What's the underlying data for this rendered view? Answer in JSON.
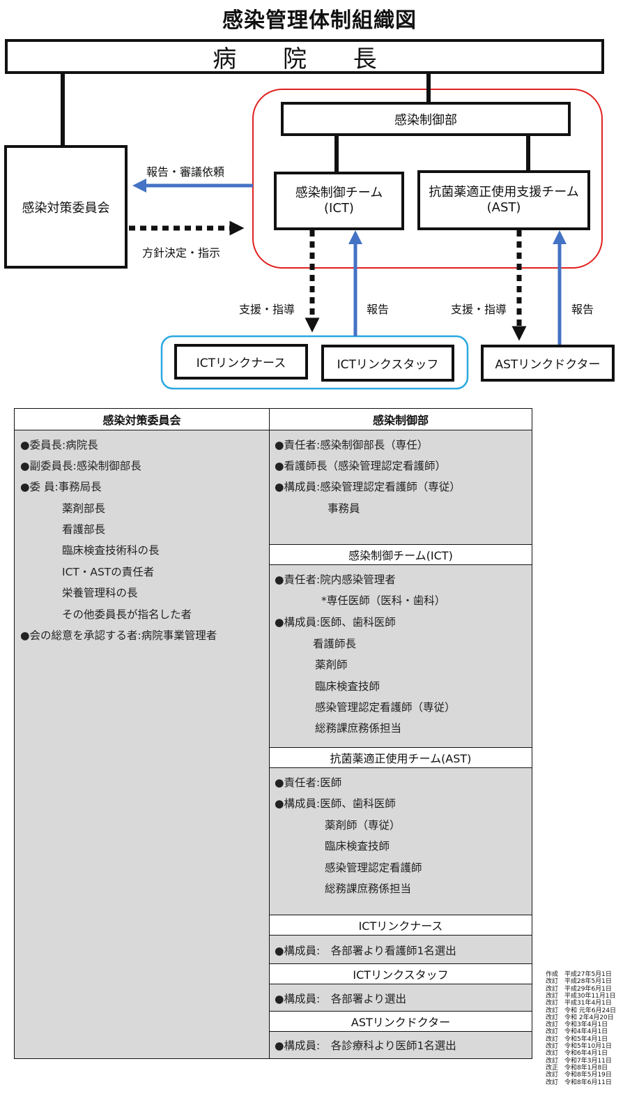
{
  "title": "感染管理体制組織図",
  "diagram": {
    "director": "病 院 長",
    "committee": "感染対策委員会",
    "control_dept": "感染制御部",
    "ict": {
      "line1": "感染制御チーム",
      "line2": "(ICT)"
    },
    "ast": {
      "line1": "抗菌薬適正使用支援チーム",
      "line2": "(AST)"
    },
    "ict_link_nurse": "ICTリンクナース",
    "ict_link_staff": "ICTリンクスタッフ",
    "ast_link_doctor": "ASTリンクドクター",
    "labels": {
      "report_request": "報告・審議依頼",
      "policy": "方針決定・指示",
      "support_ict": "支援・指導",
      "report_ict": "報告",
      "support_ast": "支援・指導",
      "report_ast": "報告"
    },
    "colors": {
      "red_group": "#e02020",
      "blue_group": "#29a8e0",
      "report_arrow": "#4472c4"
    }
  },
  "table": {
    "left": {
      "header": "感染対策委員会",
      "lines": [
        "●委員長:病院長",
        "●副委員長:感染制御部長",
        "●委 員:事務局長",
        "薬剤部長",
        "看護部長",
        "臨床検査技術科の長",
        "ICT・ASTの責任者",
        "栄養管理科の長",
        "その他委員長が指名した者",
        "●会の総意を承認する者:病院事業管理者"
      ]
    },
    "right": [
      {
        "header": "感染制御部",
        "lines": [
          "●責任者:感染制御部長（専任）",
          "●看護師長（感染管理認定看護師）",
          "●構成員:感染管理認定看護師（専従）",
          "事務員"
        ]
      },
      {
        "header": "感染制御チーム(ICT)",
        "lines": [
          "●責任者:院内感染管理者",
          "*専任医師（医科・歯科）",
          "●構成員:医師、歯科医師",
          "看護師長",
          "薬剤師",
          "臨床検査技師",
          "感染管理認定看護師（専従）",
          "総務課庶務係担当"
        ]
      },
      {
        "header": "抗菌薬適正使用チーム(AST)",
        "lines": [
          "●責任者:医師",
          "●構成員:医師、歯科医師",
          "薬剤師（専従）",
          "臨床検査技師",
          "感染管理認定看護師",
          "総務課庶務係担当"
        ]
      },
      {
        "header": "ICTリンクナース",
        "lines": [
          "●構成員:　各部署より看護師1名選出"
        ]
      },
      {
        "header": "ICTリンクスタッフ",
        "lines": [
          "●構成員:　各部署より選出"
        ]
      },
      {
        "header": "ASTリンクドクター",
        "lines": [
          "●構成員:　各診療科より医師1名選出"
        ]
      }
    ]
  },
  "revisions": [
    "作成　平成27年5月1日",
    "改訂　平成28年5月1日",
    "改訂　平成29年6月1日",
    "改訂　平成30年11月1日",
    "改訂　平成31年4月1日",
    "改訂　令和 元年6月24日",
    "改訂　令和 2年4月20日",
    "改訂　令和3年4月1日",
    "改訂　令和4年4月1日",
    "改訂　令和5年4月1日",
    "改訂　令和5年10月1日",
    "改訂　令和6年4月1日",
    "改訂　令和7年3月11日",
    "改正　令和8年1月8日",
    "改訂　令和8年5月19日",
    "改訂　令和8年6月11日"
  ]
}
